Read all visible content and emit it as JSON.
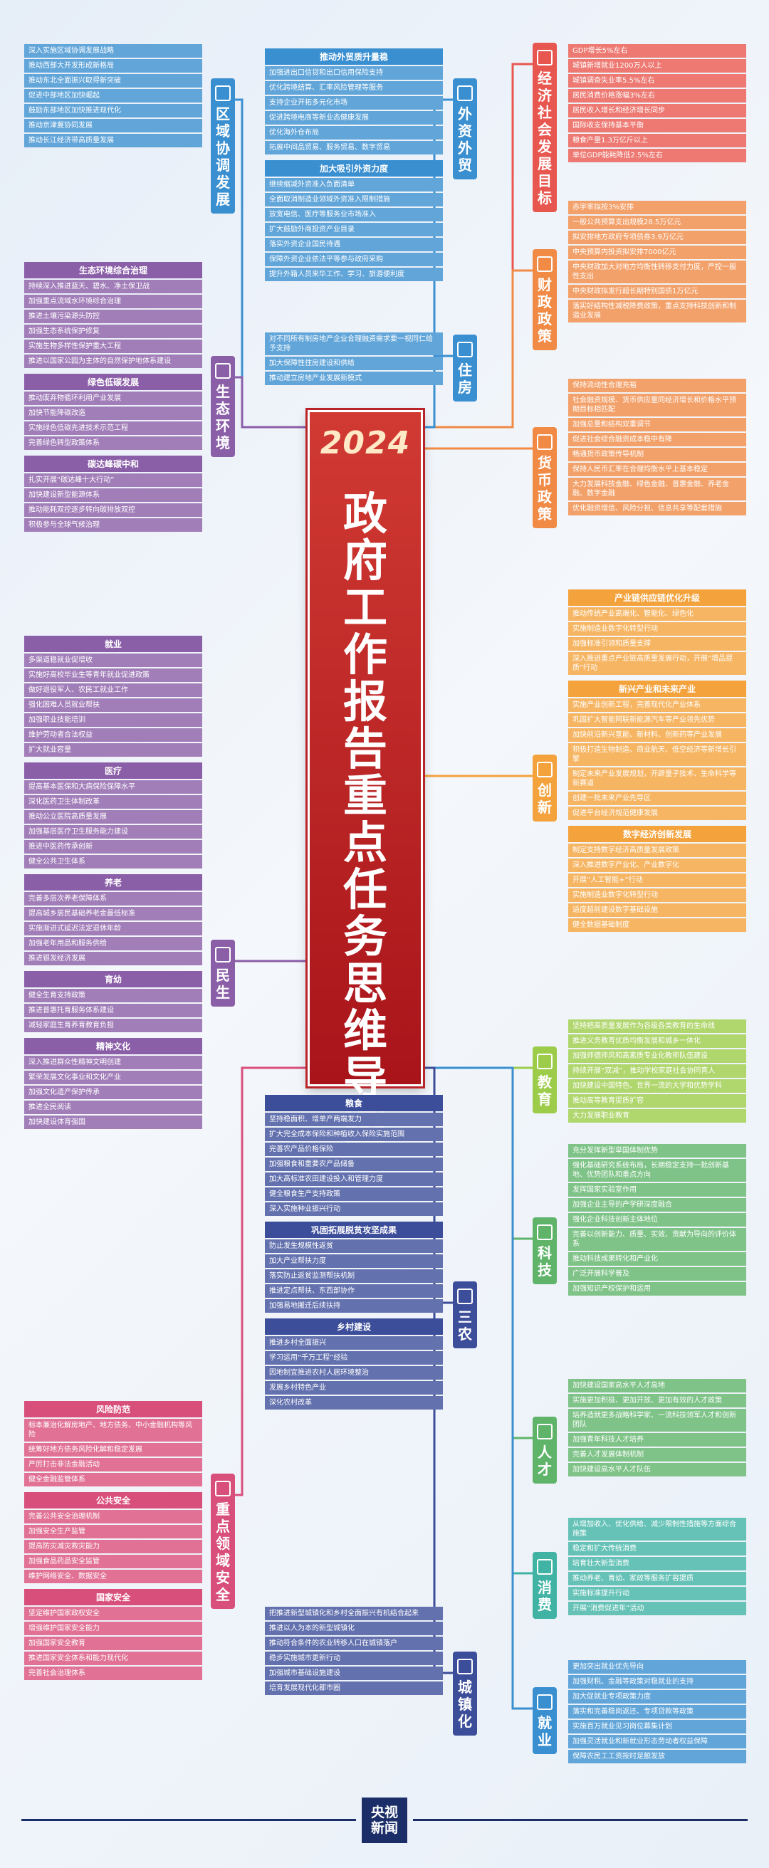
{
  "title": {
    "year": "2024",
    "text": "政府工作报告重点任务思维导图"
  },
  "logo": {
    "line1": "央视",
    "line2": "新闻"
  },
  "colors": {
    "red": "#e8574f",
    "orange": "#f08a45",
    "amber": "#f4a23c",
    "lime": "#9ccc4a",
    "green": "#5fb46a",
    "teal": "#40b3a5",
    "blue": "#3a8fd0",
    "navy": "#3c4d9a",
    "purple": "#8b5ea8",
    "lavender": "#9d8ec2",
    "pink": "#d94f7c",
    "steelblue": "#3b78b8"
  },
  "branches": [
    {
      "label": "经济社会发展目标",
      "color": "#e8574f",
      "tagTop": 60,
      "tagLeft": 748,
      "boxLeft": 798,
      "boxTop": 60,
      "boxWidth": 250,
      "items": [
        "GDP增长5%左右",
        "城镇新增就业1200万人以上",
        "城镇调查失业率5.5%左右",
        "居民消费价格涨幅3%左右",
        "居民收入增长和经济增长同步",
        "国际收支保持基本平衡",
        "粮食产量1.3万亿斤以上",
        "单位GDP能耗降低2.5%左右"
      ],
      "groups": []
    },
    {
      "label": "财政政策",
      "color": "#f08a45",
      "tagTop": 350,
      "tagLeft": 748,
      "boxLeft": 798,
      "boxTop": 280,
      "boxWidth": 250,
      "items": [
        "赤字率拟按3%安排",
        "一般公共预算支出规模28.5万亿元",
        "拟安排地方政府专项债券3.9万亿元",
        "中央预算内投资拟安排7000亿元",
        "中央财政加大对地方均衡性转移支付力度，严控一般性支出",
        "中央财政拟发行超长期特别国债1万亿元",
        "落实好结构性减税降费政策，重点支持科技创新和制造业发展"
      ],
      "groups": []
    },
    {
      "label": "货币政策",
      "color": "#f08a45",
      "tagTop": 600,
      "tagLeft": 748,
      "boxLeft": 798,
      "boxTop": 530,
      "boxWidth": 250,
      "items": [
        "保持流动性合理充裕",
        "社会融资规模、货币供应量同经济增长和价格水平预期目标相匹配",
        "加强总量和结构双重调节",
        "促进社会综合融资成本稳中有降",
        "畅通货币政策传导机制",
        "保持人民币汇率在合理均衡水平上基本稳定",
        "大力发展科技金融、绿色金融、普惠金融、养老金融、数字金融",
        "优化融资增信、风险分担、信息共享等配套措施"
      ],
      "groups": []
    },
    {
      "label": "创新",
      "color": "#f4a23c",
      "tagTop": 1060,
      "tagLeft": 748,
      "boxLeft": 798,
      "boxTop": 820,
      "boxWidth": 250,
      "items": [],
      "groups": [
        {
          "header": "产业链供应链优化升级",
          "items": [
            "推动传统产业高端化、智能化、绿色化",
            "实施制造业数字化转型行动",
            "加强标准引领和质量支撑",
            "深入推进重点产业链高质量发展行动，开展“增品提质”行动"
          ]
        },
        {
          "header": "新兴产业和未来产业",
          "items": [
            "实施产业创新工程，完善现代化产业体系",
            "巩固扩大智能网联新能源汽车等产业领先优势",
            "加快前沿新兴氢能、新材料、创新药等产业发展",
            "积极打造生物制造、商业航天、低空经济等新增长引擎",
            "制定未来产业发展规划，开辟量子技术、生命科学等新赛道",
            "创建一批未来产业先导区",
            "促进平台经济规范健康发展"
          ]
        },
        {
          "header": "数字经济创新发展",
          "items": [
            "制定支持数字经济高质量发展政策",
            "深入推进数字产业化、产业数字化",
            "开展“人工智能+”行动",
            "实施制造业数字化转型行动",
            "适度超前建设数字基础设施",
            "健全数据基础制度"
          ]
        }
      ]
    },
    {
      "label": "教育",
      "color": "#9ccc4a",
      "tagTop": 1470,
      "tagLeft": 748,
      "boxLeft": 798,
      "boxTop": 1430,
      "boxWidth": 250,
      "items": [
        "坚持把高质量发展作为各级各类教育的生命线",
        "推进义务教育优质均衡发展和城乡一体化",
        "加强师德师风和高素质专业化教师队伍建设",
        "持续开展“双减”，推动学校家庭社会协同育人",
        "加快建设中国特色、世界一流的大学和优势学科",
        "推动高等教育提质扩容",
        "大力发展职业教育"
      ],
      "groups": []
    },
    {
      "label": "科技",
      "color": "#5fb46a",
      "tagTop": 1710,
      "tagLeft": 748,
      "boxLeft": 798,
      "boxTop": 1605,
      "boxWidth": 250,
      "items": [
        "充分发挥新型举国体制优势",
        "强化基础研究系统布局，长期稳定支持一批创新基地、优势团队和重点方向",
        "发挥国家实验室作用",
        "加强企业主导的产学研深度融合",
        "强化企业科技创新主体地位",
        "完善以创新能力、质量、实效、贡献为导向的评价体系",
        "推动科技成果转化和产业化",
        "广泛开展科学普及",
        "加强知识产权保护和运用"
      ],
      "groups": []
    },
    {
      "label": "人才",
      "color": "#5fb46a",
      "tagTop": 1990,
      "tagLeft": 748,
      "boxLeft": 798,
      "boxTop": 1935,
      "boxWidth": 250,
      "items": [
        "加快建设国家高水平人才高地",
        "实施更加积极、更加开放、更加有效的人才政策",
        "培养造就更多战略科学家、一流科技领军人才和创新团队",
        "加强青年科技人才培养",
        "完善人才发展体制机制",
        "加快建设高水平人才队伍"
      ],
      "groups": []
    },
    {
      "label": "消费",
      "color": "#40b3a5",
      "tagTop": 2180,
      "tagLeft": 748,
      "boxLeft": 798,
      "boxTop": 2130,
      "boxWidth": 250,
      "items": [
        "从增加收入、优化供给、减少限制性措施等方面综合施策",
        "稳定和扩大传统消费",
        "培育壮大新型消费",
        "推动养老、育幼、家政等服务扩容提质",
        "实施标准提升行动",
        "开展“消费促进年”活动"
      ],
      "groups": []
    },
    {
      "label": "就业",
      "color": "#3a8fd0",
      "tagTop": 2370,
      "tagLeft": 748,
      "boxLeft": 798,
      "boxTop": 2330,
      "boxWidth": 250,
      "items": [
        "更加突出就业优先导向",
        "加强财税、金融等政策对稳就业的支持",
        "加大促就业专项政策力度",
        "落实和完善稳岗返还、专项贷款等政策",
        "实施百万就业见习岗位募集计划",
        "加强灵活就业和新就业形态劳动者权益保障",
        "保障农民工工资按时足额发放"
      ],
      "groups": []
    },
    {
      "label": "外资外贸",
      "color": "#3a8fd0",
      "tagTop": 110,
      "tagLeft": 636,
      "boxLeft": 372,
      "boxTop": 60,
      "boxWidth": 250,
      "items": [],
      "groups": [
        {
          "header": "推动外贸质升量稳",
          "items": [
            "加强进出口信贷和出口信用保险支持",
            "优化跨境结算、汇率风险管理等服务",
            "支持企业开拓多元化市场",
            "促进跨境电商等新业态健康发展",
            "优化海外仓布局",
            "拓展中间品贸易、服务贸易、数字贸易"
          ]
        },
        {
          "header": "加大吸引外资力度",
          "items": [
            "继续缩减外资准入负面清单",
            "全面取消制造业领域外资准入限制措施",
            "放宽电信、医疗等服务业市场准入",
            "扩大鼓励外商投资产业目录",
            "落实外资企业国民待遇",
            "保障外资企业依法平等参与政府采购",
            "提升外籍人员来华工作、学习、旅游便利度"
          ]
        }
      ]
    },
    {
      "label": "住房",
      "color": "#3a8fd0",
      "tagTop": 470,
      "tagLeft": 636,
      "boxLeft": 372,
      "boxTop": 465,
      "boxWidth": 250,
      "items": [
        "对不同所有制房地产企业合理融资需求要一视同仁给予支持",
        "加大保障性住房建设和供给",
        "推动建立房地产业发展新模式"
      ],
      "groups": []
    },
    {
      "label": "三农",
      "color": "#3c4d9a",
      "tagTop": 1800,
      "tagLeft": 636,
      "boxLeft": 372,
      "boxTop": 1530,
      "boxWidth": 250,
      "items": [],
      "groups": [
        {
          "header": "粮食",
          "items": [
            "坚持稳面积、增单产两端发力",
            "扩大完全成本保险和种植收入保险实施范围",
            "完善农产品价格保险",
            "加强粮食和重要农产品储备",
            "加大高标准农田建设投入和管理力度",
            "健全粮食生产支持政策",
            "深入实施种业振兴行动"
          ]
        },
        {
          "header": "巩固拓展脱贫攻坚成果",
          "items": [
            "防止发生规模性返贫",
            "加大产业帮扶力度",
            "落实防止返贫监测帮扶机制",
            "推进定点帮扶、东西部协作",
            "加强易地搬迁后续扶持"
          ]
        },
        {
          "header": "乡村建设",
          "items": [
            "推进乡村全面振兴",
            "学习运用“千万工程”经验",
            "因地制宜推进农村人居环境整治",
            "发展乡村特色产业",
            "深化农村改革"
          ]
        }
      ]
    },
    {
      "label": "城镇化",
      "color": "#3c4d9a",
      "tagTop": 2320,
      "tagLeft": 636,
      "boxLeft": 372,
      "boxTop": 2255,
      "boxWidth": 250,
      "items": [
        "把推进新型城镇化和乡村全面振兴有机结合起来",
        "推进以人为本的新型城镇化",
        "推动符合条件的农业转移人口在城镇落户",
        "稳步实施城市更新行动",
        "加强城市基础设施建设",
        "培育发展现代化都市圈"
      ],
      "groups": []
    },
    {
      "label": "区域协调发展",
      "color": "#3a8fd0",
      "tagTop": 110,
      "tagLeft": 296,
      "boxLeft": 34,
      "boxTop": 60,
      "boxWidth": 250,
      "items": [
        "深入实施区域协调发展战略",
        "推动西部大开发形成新格局",
        "推动东北全面振兴取得新突破",
        "促进中部地区加快崛起",
        "鼓励东部地区加快推进现代化",
        "推动京津冀协同发展",
        "推动长江经济带高质量发展"
      ],
      "groups": []
    },
    {
      "label": "生态环境",
      "color": "#8b5ea8",
      "tagTop": 500,
      "tagLeft": 296,
      "boxLeft": 34,
      "boxTop": 360,
      "boxWidth": 250,
      "items": [],
      "groups": [
        {
          "header": "生态环境综合治理",
          "items": [
            "持续深入推进蓝天、碧水、净土保卫战",
            "加强重点流域水环境综合治理",
            "推进土壤污染源头防控",
            "加强生态系统保护修复",
            "实施生物多样性保护重大工程",
            "推进以国家公园为主体的自然保护地体系建设"
          ]
        },
        {
          "header": "绿色低碳发展",
          "items": [
            "推动废弃物循环利用产业发展",
            "加快节能降碳改造",
            "实施绿色低碳先进技术示范工程",
            "完善绿色转型政策体系"
          ]
        },
        {
          "header": "碳达峰碳中和",
          "items": [
            "扎实开展“碳达峰十大行动”",
            "加快建设新型能源体系",
            "推动能耗双控逐步转向碳排放双控",
            "积极参与全球气候治理"
          ]
        }
      ]
    },
    {
      "label": "民生",
      "color": "#8b5ea8",
      "tagTop": 1320,
      "tagLeft": 296,
      "boxLeft": 34,
      "boxTop": 885,
      "boxWidth": 250,
      "items": [],
      "groups": [
        {
          "header": "就业",
          "items": [
            "多渠道稳就业促增收",
            "实施好高校毕业生等青年就业促进政策",
            "做好退役军人、农民工就业工作",
            "强化困难人员就业帮扶",
            "加强职业技能培训",
            "维护劳动者合法权益",
            "扩大就业容量"
          ]
        },
        {
          "header": "医疗",
          "items": [
            "提高基本医保和大病保险保障水平",
            "深化医药卫生体制改革",
            "推动公立医院高质量发展",
            "加强基层医疗卫生服务能力建设",
            "推进中医药传承创新",
            "健全公共卫生体系"
          ]
        },
        {
          "header": "养老",
          "items": [
            "完善多层次养老保障体系",
            "提高城乡居民基础养老金最低标准",
            "实施渐进式延迟法定退休年龄",
            "加强老年用品和服务供给",
            "推进银发经济发展"
          ]
        },
        {
          "header": "育幼",
          "items": [
            "健全生育支持政策",
            "推进普惠托育服务体系建设",
            "减轻家庭生育养育教育负担"
          ]
        },
        {
          "header": "精神文化",
          "items": [
            "深入推进群众性精神文明创建",
            "繁荣发展文化事业和文化产业",
            "加强文化遗产保护传承",
            "推进全民阅读",
            "加快建设体育强国"
          ]
        }
      ]
    },
    {
      "label": "重点领域安全",
      "color": "#d94f7c",
      "tagTop": 2070,
      "tagLeft": 296,
      "boxLeft": 34,
      "boxTop": 1960,
      "boxWidth": 250,
      "items": [],
      "groups": [
        {
          "header": "风险防范",
          "items": [
            "标本兼治化解房地产、地方债务、中小金融机构等风险",
            "统筹好地方债务风险化解和稳定发展",
            "严厉打击非法金融活动",
            "健全金融监管体系"
          ]
        },
        {
          "header": "公共安全",
          "items": [
            "完善公共安全治理机制",
            "加强安全生产监管",
            "提高防灾减灾救灾能力",
            "加强食品药品安全监管",
            "维护网络安全、数据安全"
          ]
        },
        {
          "header": "国家安全",
          "items": [
            "坚定维护国家政权安全",
            "增强维护国家安全能力",
            "加强国家安全教育",
            "推进国家安全体系和能力现代化",
            "完善社会治理体系"
          ]
        }
      ]
    }
  ]
}
